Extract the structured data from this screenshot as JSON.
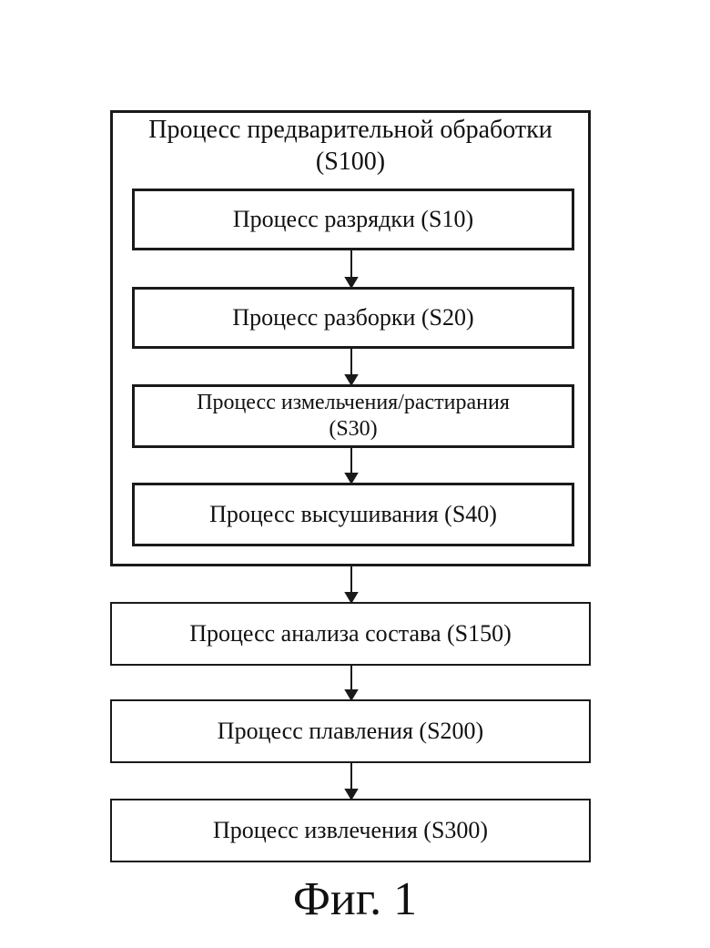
{
  "outer_process": {
    "title_line1": "Процесс предварительной обработки",
    "title_line2": "(S100)"
  },
  "inner_steps": [
    {
      "label": "Процесс разрядки (S10)"
    },
    {
      "label": "Процесс разборки (S20)"
    },
    {
      "label_line1": "Процесс измельчения/растирания",
      "label_line2": "(S30)"
    },
    {
      "label": "Процесс высушивания (S40)"
    }
  ],
  "outer_steps": [
    {
      "label": "Процесс анализа состава (S150)"
    },
    {
      "label": "Процесс плавления (S200)"
    },
    {
      "label": "Процесс извлечения (S300)"
    }
  ],
  "caption": "Фиг. 1"
}
